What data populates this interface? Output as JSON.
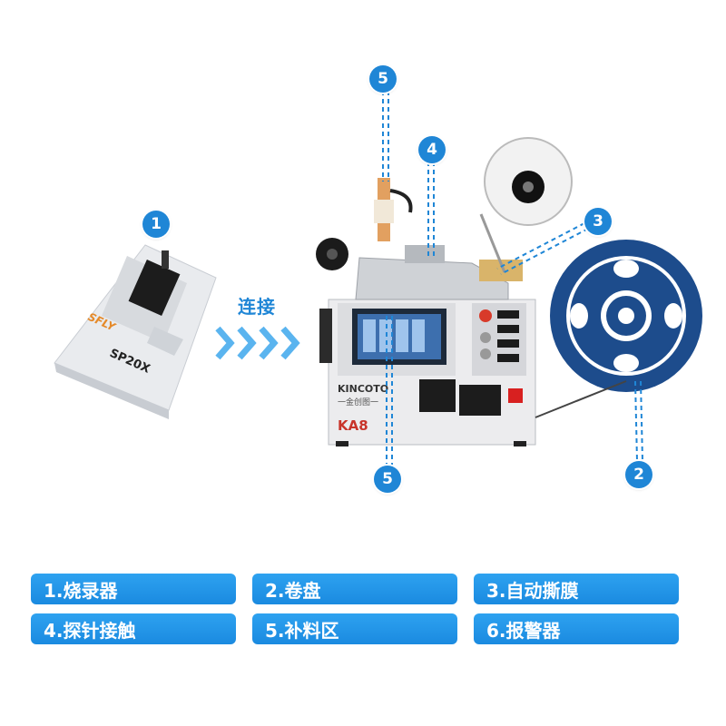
{
  "connect_label": "连接",
  "programmer": {
    "brand": "SFLY",
    "model": "SP20X"
  },
  "machine": {
    "brand": "KINCOTO",
    "brand_cn": "一金创图一",
    "model": "KA8"
  },
  "callouts": [
    "1",
    "2",
    "3",
    "4",
    "5",
    "5"
  ],
  "legend": {
    "items": [
      "1.烧录器",
      "2.卷盘",
      "3.自动撕膜",
      "4.探针接触",
      "5.补料区",
      "6.报警器"
    ]
  },
  "colors": {
    "accent": "#1f86d6",
    "pill": "#1a8ae0",
    "reel": "#1d4c8c",
    "arrow": "#5ab4ef"
  }
}
